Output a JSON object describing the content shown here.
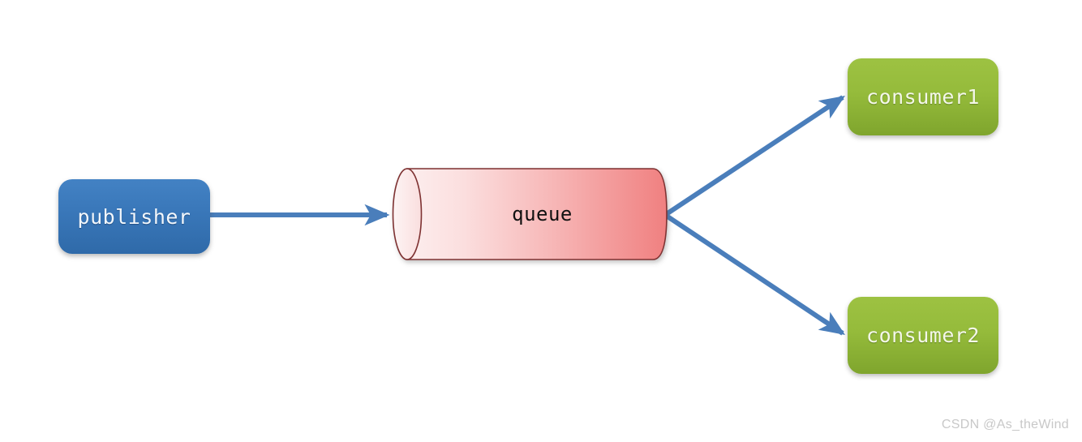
{
  "diagram": {
    "title": "publisher to queue to consumers message flow",
    "background": "#ffffff",
    "nodes": [
      {
        "id": "publisher",
        "label": "publisher",
        "shape": "rounded-rect",
        "color": "#3a78ba",
        "text_color": "#f2f7fc"
      },
      {
        "id": "queue",
        "label": "queue",
        "shape": "cylinder",
        "color_start": "#fdf0f0",
        "color_end": "#f28383",
        "outline": "#7e3030",
        "text_color": "#111111"
      },
      {
        "id": "consumer1",
        "label": "consumer1",
        "shape": "rounded-rect",
        "color": "#95bb3b",
        "text_color": "#f4f7e9"
      },
      {
        "id": "consumer2",
        "label": "consumer2",
        "shape": "rounded-rect",
        "color": "#95bb3b",
        "text_color": "#f4f7e9"
      }
    ],
    "edges": [
      {
        "id": "edge-publisher-queue",
        "from": "publisher",
        "to": "queue",
        "label": "",
        "color": "#4a7ebb",
        "arrow": "single"
      },
      {
        "id": "edge-queue-consumer1",
        "from": "queue",
        "to": "consumer1",
        "label": "",
        "color": "#4a7ebb",
        "arrow": "single"
      },
      {
        "id": "edge-queue-consumer2",
        "from": "queue",
        "to": "consumer2",
        "label": "",
        "color": "#4a7ebb",
        "arrow": "single"
      }
    ]
  },
  "watermark": {
    "text": "CSDN @As_theWind",
    "color": "#c8c8c8"
  }
}
